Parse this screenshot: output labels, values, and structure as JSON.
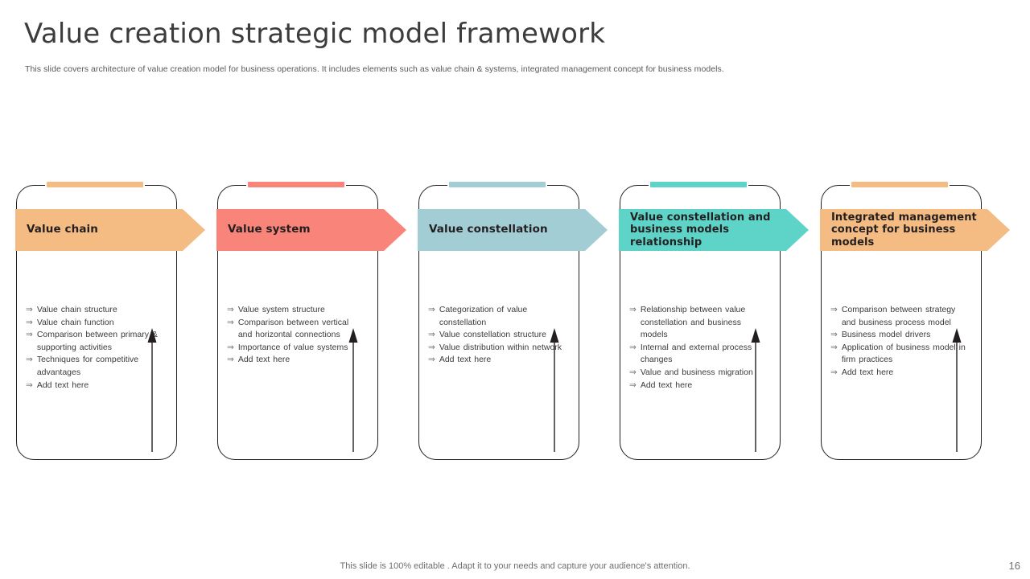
{
  "header": {
    "title": "Value creation strategic model framework",
    "subtitle": "This slide covers architecture of value creation model for business operations. It includes elements such as value chain & systems, integrated management concept for business models."
  },
  "footer": {
    "note": "This slide is 100% editable . Adapt it to your needs and capture your audience's attention.",
    "page_number": "16"
  },
  "bullet_glyph": "⇒",
  "colors": {
    "orange": "#f4bb83",
    "salmon": "#f9847a",
    "steel_blue": "#a2cdd4",
    "turquoise": "#5ed4c8",
    "orange_alt": "#f4bb83",
    "outline": "#231f20",
    "title_text": "#3c3c3c",
    "body_text": "#3b3b3b"
  },
  "cards": [
    {
      "id": "value-chain",
      "title": "Value chain",
      "color": "#f4bb83",
      "bullets": [
        "Value chain structure",
        "Value chain function",
        "Comparison between primary & supporting activities",
        "Techniques for competitive advantages",
        "Add text here"
      ]
    },
    {
      "id": "value-system",
      "title": "Value system",
      "color": "#f9847a",
      "bullets": [
        "Value system structure",
        "Comparison between vertical and horizontal connections",
        "Importance of value systems",
        "Add text here"
      ]
    },
    {
      "id": "value-constellation",
      "title": "Value constellation",
      "color": "#a2cdd4",
      "bullets": [
        "Categorization of value constellation",
        "Value constellation structure",
        "Value distribution within network",
        "Add text here"
      ]
    },
    {
      "id": "value-constellation-business-models",
      "title": "Value constellation and business models relationship",
      "color": "#5ed4c8",
      "bullets": [
        "Relationship between value constellation and business models",
        "Internal and external process changes",
        "Value and business migration",
        "Add text here"
      ]
    },
    {
      "id": "integrated-management-concept",
      "title": "Integrated management concept for business models",
      "color": "#f4bb83",
      "bullets": [
        "Comparison between strategy and business process model",
        "Business model drivers",
        "Application of business model in firm practices",
        "Add text here"
      ]
    }
  ]
}
